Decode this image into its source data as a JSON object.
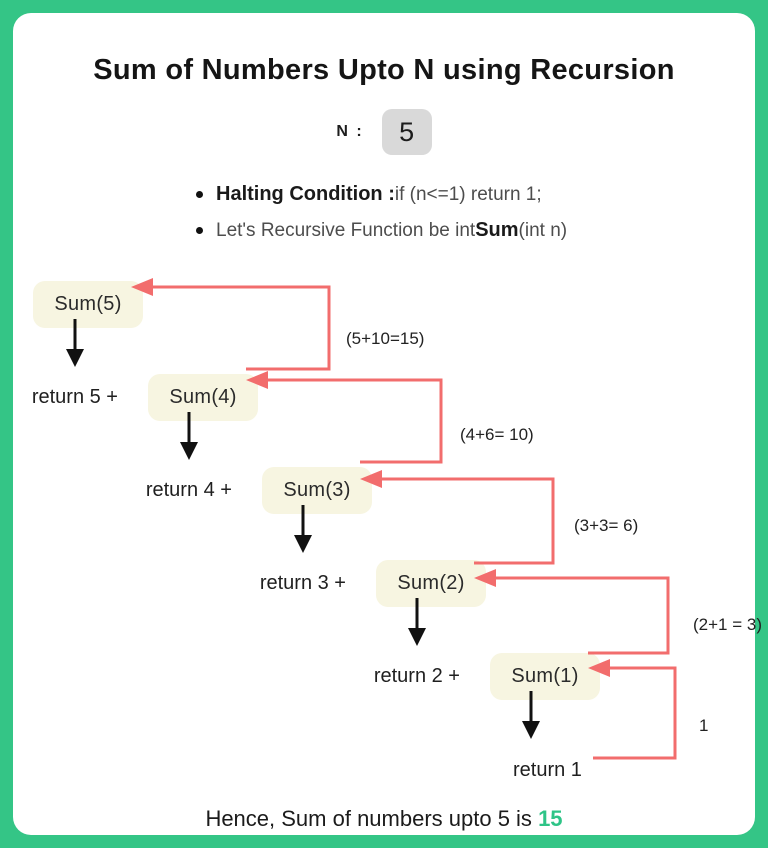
{
  "title": "Sum of Numbers Upto N using Recursion",
  "input": {
    "label": "N :",
    "value": "5"
  },
  "bullets": {
    "halting": {
      "bold": "Halting Condition :",
      "rest": " if (n<=1) return 1;"
    },
    "recursive": {
      "pre": "Let's Recursive Function be int ",
      "bold": "Sum",
      "post": "(int n)"
    }
  },
  "diagram": {
    "frames": [
      {
        "call": "Sum(5)",
        "return_label": "return 5 +"
      },
      {
        "call": "Sum(4)",
        "return_label": "return 4 +"
      },
      {
        "call": "Sum(3)",
        "return_label": "return 3 +"
      },
      {
        "call": "Sum(2)",
        "return_label": "return 2 +"
      },
      {
        "call": "Sum(1)",
        "return_label": "return 1"
      }
    ],
    "connector_labels": [
      "(5+10=15)",
      "(4+6= 10)",
      "(3+3= 6)",
      "(2+1 = 3)",
      "1"
    ]
  },
  "conclusion": {
    "pre": "Hence, Sum of numbers upto 5 is ",
    "result": "15"
  },
  "colors": {
    "border_green": "#34c586",
    "accent_green": "#2ec487",
    "arrow_red": "#f26d6d",
    "call_box_cream": "#f7f5e1",
    "n_box_gray": "#d9d9d9"
  }
}
